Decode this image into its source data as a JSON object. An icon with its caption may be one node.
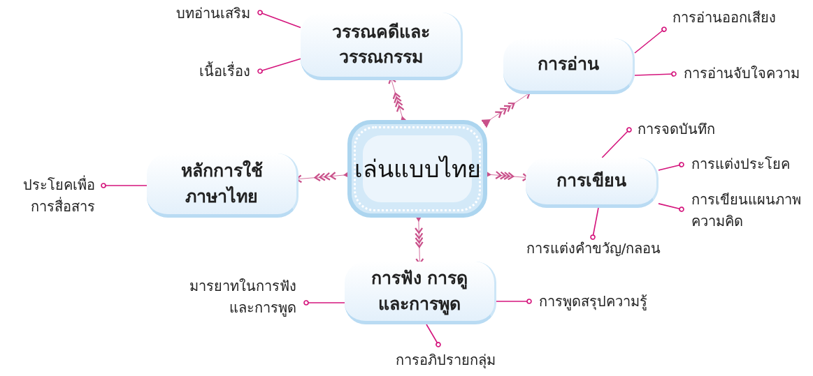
{
  "diagram": {
    "nodes": [
      {
        "text": [
          "เล่นแบบไทย"
        ]
      },
      {
        "text": [
          "วรรณคดีและวรรณกรรม"
        ]
      },
      {
        "text": [
          "การอ่าน"
        ]
      },
      {
        "text": [
          "หลักการใช้ภาษาไทย"
        ]
      },
      {
        "text": [
          "การเขียน"
        ]
      },
      {
        "text": [
          "การฟัง การดู และการพูด"
        ]
      },
      {
        "text": [
          "บทอ่านเสริม"
        ]
      },
      {
        "text": [
          "เนื้อเรื่อง"
        ]
      },
      {
        "text": [
          "การอ่านออกเสียง"
        ]
      },
      {
        "text": [
          "การอ่านจับใจความ"
        ]
      },
      {
        "text": [
          "ประโยคเพื่อการสื่อสาร"
        ]
      },
      {
        "text": [
          "การจดบันทึก"
        ]
      },
      {
        "text": [
          "การแต่งประโยค"
        ]
      },
      {
        "text": [
          "การเขียนแผนภาพความคิด"
        ]
      },
      {
        "text": [
          "การแต่งคำขวัญ/กลอน"
        ]
      },
      {
        "text": [
          "มารยาทในการฟังและการพูด"
        ]
      },
      {
        "text": [
          "การพูดสรุปความรู้"
        ]
      },
      {
        "text": [
          "การอภิปรายกลุ่ม"
        ]
      }
    ],
    "edges": [
      {
        "from": 0,
        "to": 1,
        "arrow": "to"
      },
      {
        "from": 0,
        "to": 2,
        "arrow": "to"
      },
      {
        "from": 0,
        "to": 3,
        "arrow": "to"
      },
      {
        "from": 0,
        "to": 4,
        "arrow": "to"
      },
      {
        "from": 0,
        "to": 5,
        "arrow": "to"
      },
      {
        "from": 6,
        "to": 1,
        "arrow": "other"
      },
      {
        "from": 7,
        "to": 1,
        "arrow": "other"
      },
      {
        "from": 8,
        "to": 2,
        "arrow": "other"
      },
      {
        "from": 9,
        "to": 2,
        "arrow": "other"
      },
      {
        "from": 10,
        "to": 3,
        "arrow": "other"
      },
      {
        "from": 11,
        "to": 4,
        "arrow": "other"
      },
      {
        "from": 12,
        "to": 4,
        "arrow": "other"
      },
      {
        "from": 13,
        "to": 4,
        "arrow": "other"
      },
      {
        "from": 14,
        "to": 4,
        "arrow": "other"
      },
      {
        "from": 15,
        "to": 5,
        "arrow": "other"
      },
      {
        "from": 16,
        "to": 5,
        "arrow": "other"
      },
      {
        "from": 17,
        "to": 5,
        "arrow": "other"
      }
    ]
  }
}
